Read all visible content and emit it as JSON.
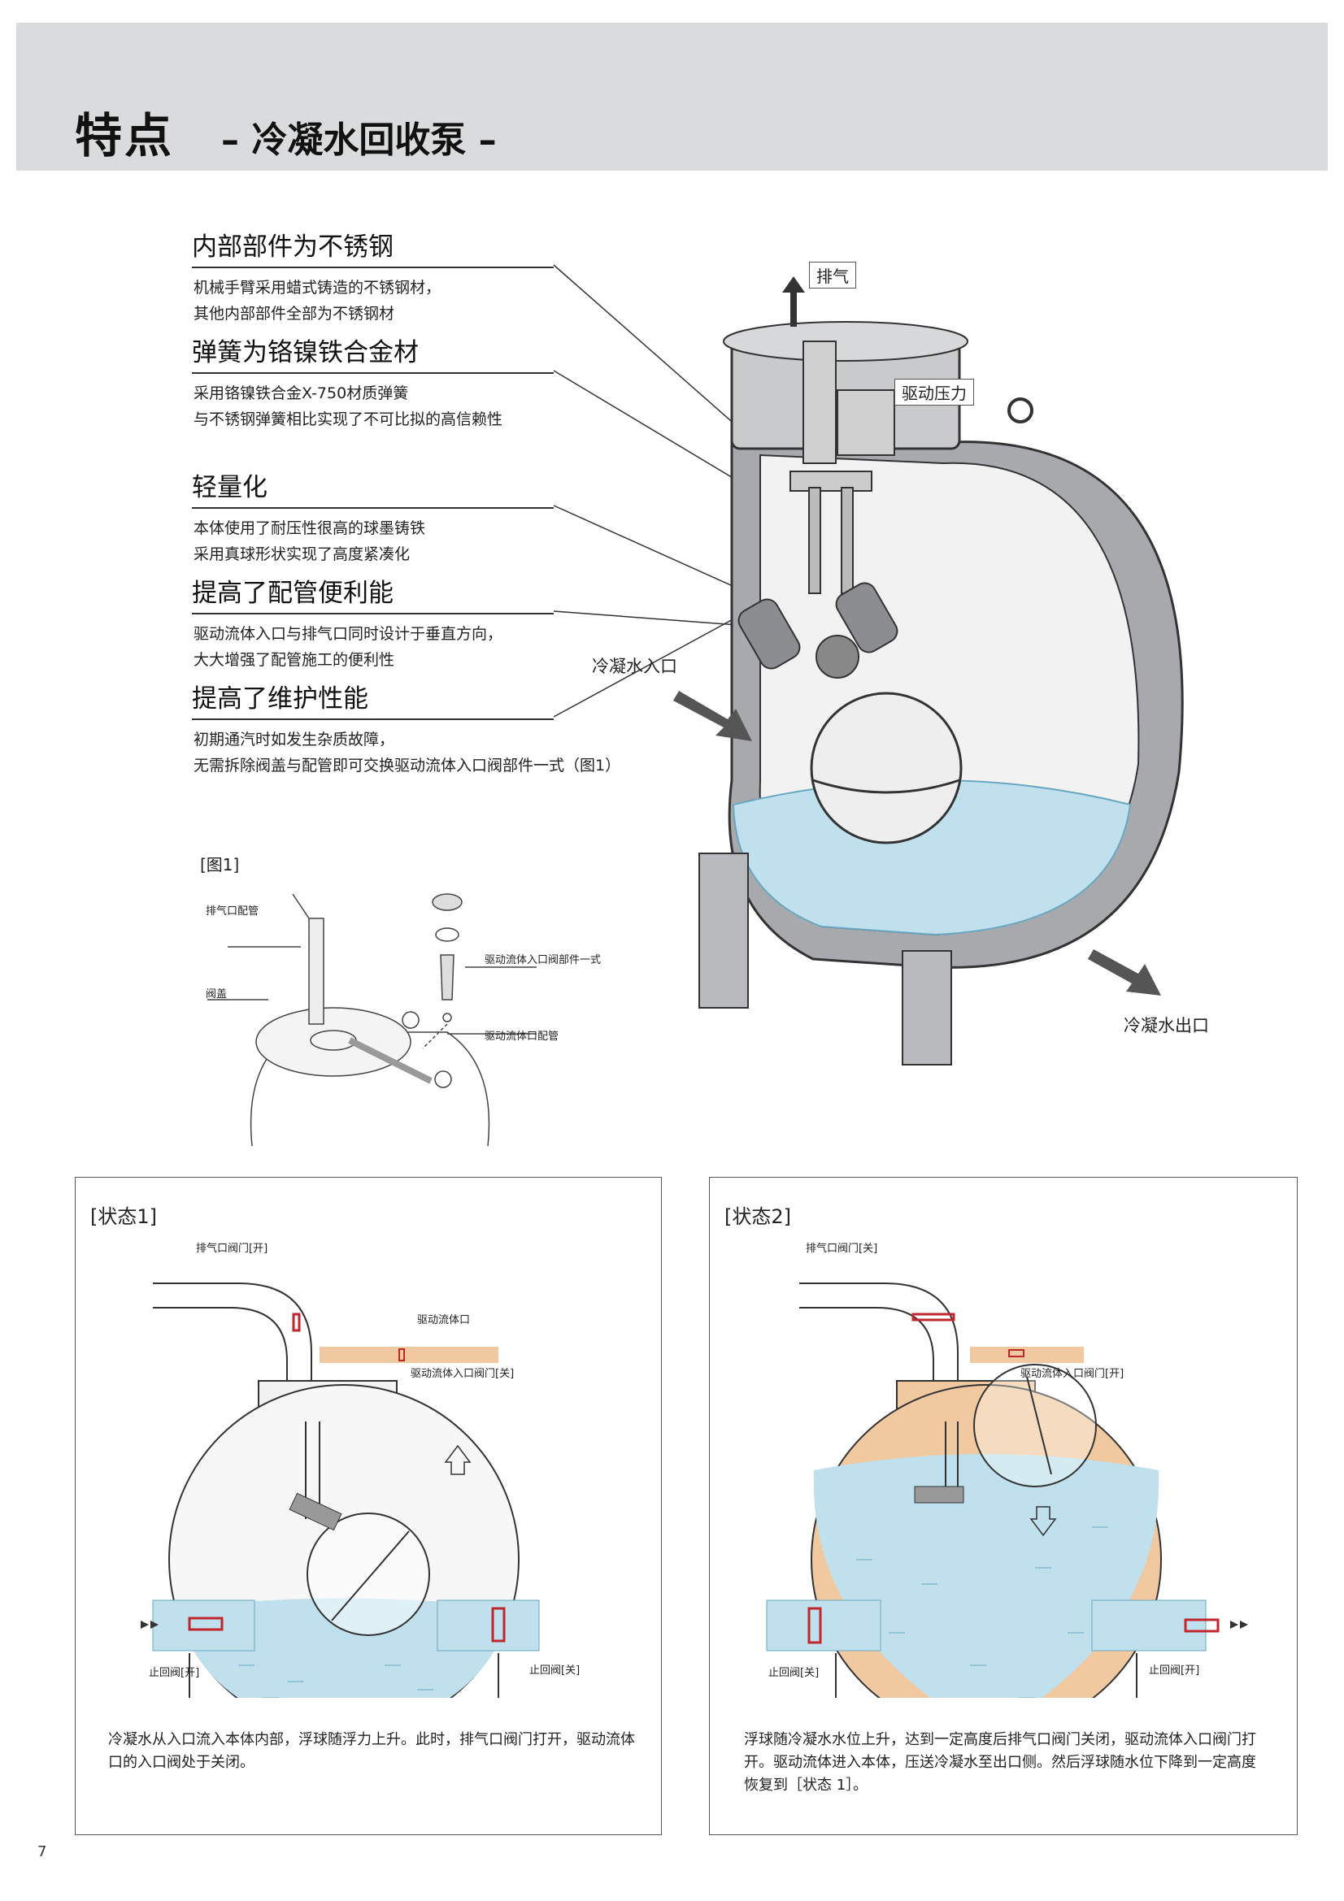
{
  "header": {
    "title": "特点",
    "subtitle": "– 冷凝水回收泵 –"
  },
  "features": [
    {
      "title": "内部部件为不锈钢",
      "lines": [
        "机械手臂采用蜡式铸造的不锈钢材，",
        "其他内部部件全部为不锈钢材"
      ]
    },
    {
      "title": "弹簧为铬镍铁合金材",
      "lines": [
        "采用铬镍铁合金X-750材质弹簧",
        "与不锈钢弹簧相比实现了不可比拟的高信赖性"
      ]
    },
    {
      "title": "轻量化",
      "lines": [
        "本体使用了耐压性很高的球墨铸铁",
        "采用真球形状实现了高度紧凑化"
      ]
    },
    {
      "title": "提高了配管便利能",
      "lines": [
        "驱动流体入口与排气口同时设计于垂直方向，",
        "大大增强了配管施工的便利性"
      ]
    },
    {
      "title": "提高了维护性能",
      "lines": [
        "初期通汽时如发生杂质故障，",
        "无需拆除阀盖与配管即可交换驱动流体入口阀部件一式（图1）"
      ]
    }
  ],
  "main_diagram": {
    "exhaust": "排气",
    "drive_pressure": "驱动压力",
    "condensate_inlet": "冷凝水入口",
    "condensate_outlet": "冷凝水出口"
  },
  "fig1": {
    "title": "[图1]",
    "exhaust_pipe": "排气口配管",
    "valve_cover": "阀盖",
    "inlet_valve_kit": "驱动流体入口阀部件一式",
    "inlet_pipe": "驱动流体口配管"
  },
  "state1": {
    "title": "[状态1]",
    "exhaust_valve": "排气口阀门[开]",
    "drive_port": "驱动流体口",
    "drive_inlet_valve": "驱动流体入口阀门[关]",
    "check_left": "止回阀[开]",
    "check_right": "止回阀[关]",
    "description": "冷凝水从入口流入本体内部，浮球随浮力上升。此时，排气口阀门打开，驱动流体口的入口阀处于关闭。"
  },
  "state2": {
    "title": "[状态2]",
    "exhaust_valve": "排气口阀门[关]",
    "drive_inlet_valve": "驱动流体入口阀门[开]",
    "check_left": "止回阀[关]",
    "check_right": "止回阀[开]",
    "description": "浮球随冷凝水水位上升，达到一定高度后排气口阀门关闭，驱动流体入口阀门打开。驱动流体进入本体，压送冷凝水至出口侧。然后浮球随水位下降到一定高度恢复到［状态 1］。"
  },
  "page_number": "7",
  "colors": {
    "water": "#bfe0ec",
    "steam": "#f0c9a0",
    "valve_red": "#c0272d",
    "header_gray": "#d9dbdd"
  }
}
